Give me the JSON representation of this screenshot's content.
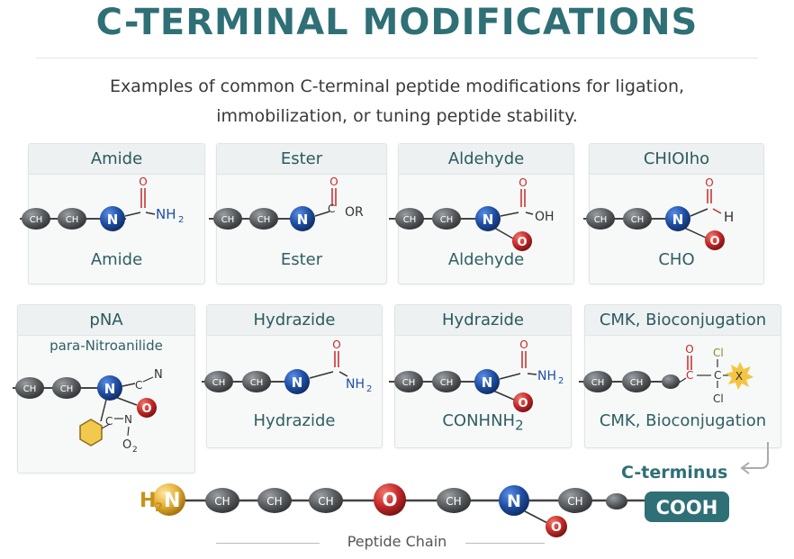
{
  "header": {
    "title": "C-TERMINAL MODIFICATIONS",
    "subtitle_line1": "Examples of common C-terminal peptide modifications for ligation,",
    "subtitle_line2": "immobilization, or tuning peptide stability."
  },
  "atoms": {
    "ch": "CH",
    "n": "N",
    "o": "O",
    "c": "C",
    "nh2": "NH",
    "nh2_sub": "2",
    "oh": "OH",
    "or": "OR",
    "h": "H",
    "cl": "Cl",
    "x": "X",
    "o2": "O",
    "o2_sub": "2",
    "h2n": "H",
    "h2n_sub": "2",
    "h2n_n": "N"
  },
  "cards": [
    {
      "header": "Amide",
      "footer": "Amide"
    },
    {
      "header": "Ester",
      "footer": "Ester"
    },
    {
      "header": "Aldehyde",
      "footer": "Aldehyde"
    },
    {
      "header": "CHIOIho",
      "footer": "CHO"
    },
    {
      "header": "pNA",
      "subheader": "para-Nitroanilide"
    },
    {
      "header": "Hydrazide",
      "footer": "Hydrazide"
    },
    {
      "header": "Hydrazide",
      "footer": "CONHNH",
      "footer_sub": "2"
    },
    {
      "header": "CMK, Bioconjugation",
      "footer": "CMK, Bioconjugation"
    }
  ],
  "peptide": {
    "cterm_label": "C-terminus",
    "cooh": "COOH",
    "caption": "Peptide Chain"
  },
  "colors": {
    "title": "#2f6f76",
    "ch_atom": "#5a5d60",
    "n_atom": "#1f4fa3",
    "o_atom": "#c62828",
    "h2n_atom": "#d8a32a",
    "cooh_box": "#2f6f76",
    "benzene": "#f2c94c",
    "x_star": "#f4c542"
  }
}
